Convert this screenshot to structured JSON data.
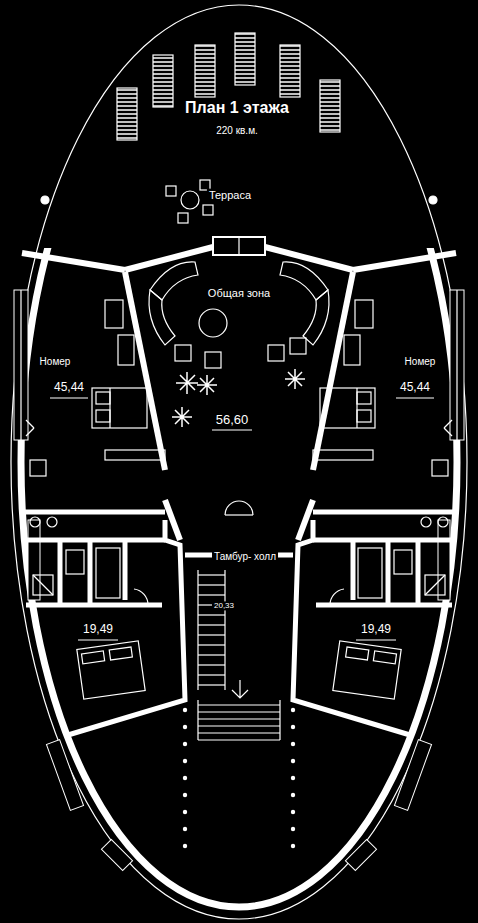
{
  "diagram": {
    "title": "План 1 этажа",
    "labels": [
      "220 кв.м.",
      "Терраса",
      "Общая зона",
      "Номер",
      "45,44",
      "Номер",
      "45,44",
      "56,60",
      "Тамбур- холл",
      "20,33",
      "19,49",
      "19,49"
    ]
  }
}
